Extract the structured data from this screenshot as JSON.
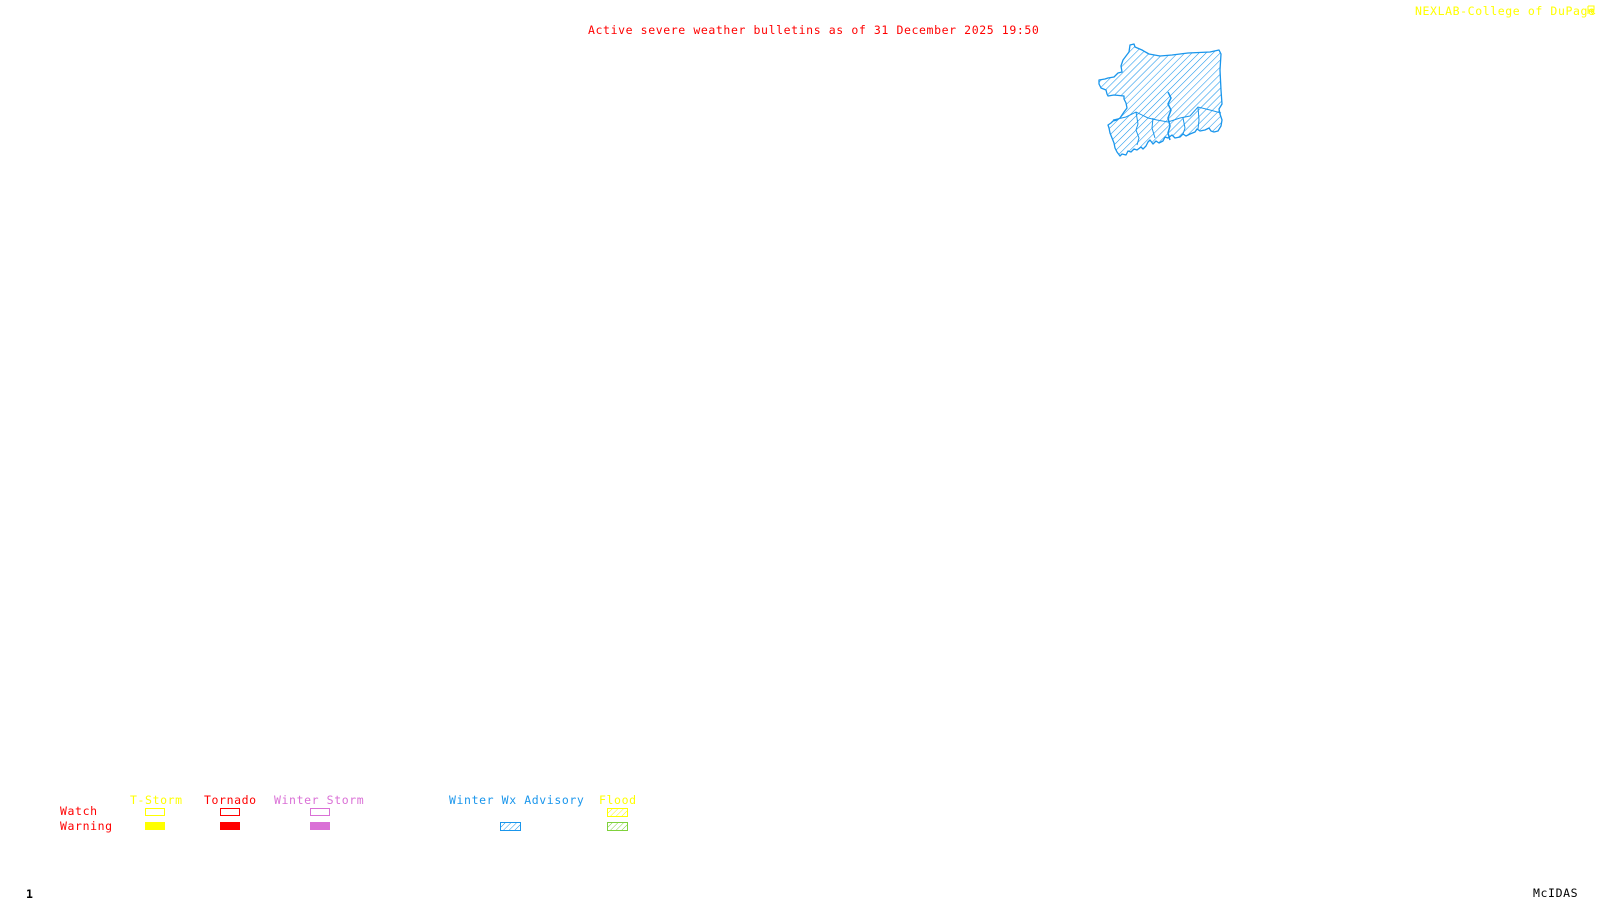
{
  "header": {
    "title": "Active severe weather bulletins as of 31 December 2025 19:50",
    "credit": "NEXLAB-College of DuPage",
    "credit_logo_icon": "nexlab-logo-icon"
  },
  "colors": {
    "title": "#ff0000",
    "credit": "#ffff00",
    "tstorm": "#ffff00",
    "tornado": "#ff0000",
    "winter_storm": "#da70d6",
    "winter_wx_advisory": "#1a96ec",
    "flood_watch": "#ffff00",
    "flood_warning": "#7fd13b",
    "row_labels": "#ff0000",
    "footer": "#000000"
  },
  "map": {
    "active_areas": [
      {
        "type": "Winter Wx Advisory",
        "style": "hatched"
      }
    ]
  },
  "legend": {
    "row_labels": {
      "watch": "Watch",
      "warning": "Warning"
    },
    "columns": [
      {
        "label": "T-Storm",
        "watch": "outline",
        "warning": "solid"
      },
      {
        "label": "Tornado",
        "watch": "outline",
        "warning": "solid"
      },
      {
        "label": "Winter Storm",
        "watch": "outline",
        "warning": "solid"
      },
      {
        "label": "Winter Wx Advisory",
        "watch": "",
        "warning": "hatched"
      },
      {
        "label": "Flood",
        "watch": "hatched",
        "warning": "hatched"
      }
    ]
  },
  "footer": {
    "frame_number": "1",
    "software": "McIDAS"
  }
}
